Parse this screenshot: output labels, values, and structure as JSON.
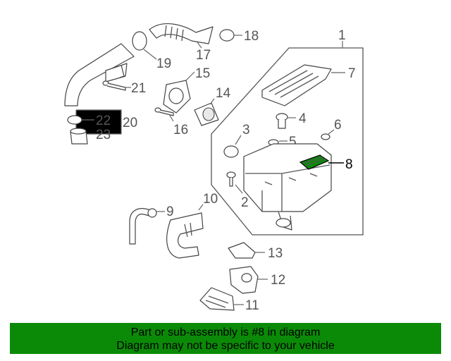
{
  "callouts": {
    "c1": "1",
    "c2": "2",
    "c3": "3",
    "c4": "4",
    "c5": "5",
    "c6": "6",
    "c7": "7",
    "c8": "8",
    "c9": "9",
    "c10": "10",
    "c11": "11",
    "c12": "12",
    "c13": "13",
    "c14": "14",
    "c15": "15",
    "c16": "16",
    "c17": "17",
    "c18": "18",
    "c19": "19",
    "c20": "20",
    "c21": "21",
    "c22": "22",
    "c23": "23"
  },
  "highlight": {
    "color": "#0b8a08",
    "part": "8"
  },
  "banner": {
    "color": "#0b8a08",
    "line1": "Part or sub-assembly is #8 in diagram",
    "line2": "Diagram may not be specific to your vehicle"
  }
}
